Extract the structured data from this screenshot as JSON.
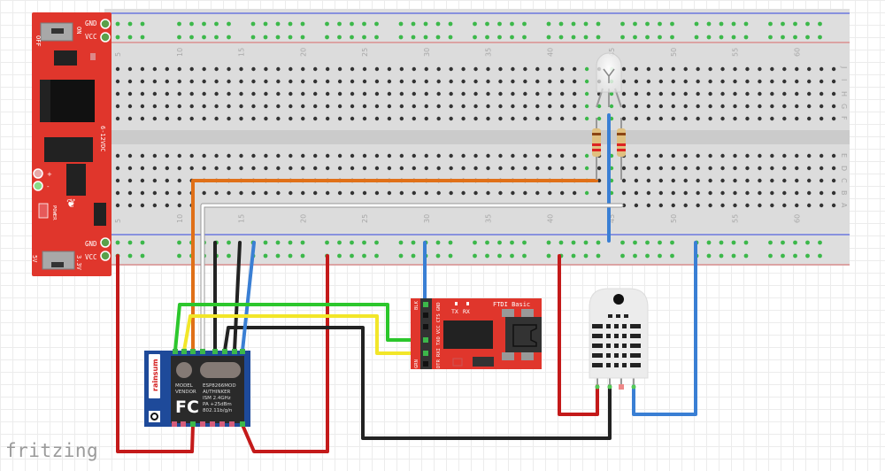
{
  "app": {
    "logo_text": "fritzing"
  },
  "colors": {
    "breadboard": "#dcdcdc",
    "breadboard_channel": "#cbcbcb",
    "rail_blue": "#3344dd",
    "rail_red": "#d98080",
    "hole": "#333333",
    "hole_active": "#3cb84a",
    "label": "#a8a8a8",
    "pcb_red": "#e0362c",
    "esp_blue": "#1e4a9a",
    "wire_red": "#c41a1a",
    "wire_black": "#222222",
    "wire_green": "#2cc72c",
    "wire_yellow": "#f2e629",
    "wire_orange": "#e07018",
    "wire_white": "#ffffff",
    "wire_blue": "#3a7fd4"
  },
  "breadboard": {
    "column_numbers": [
      "5",
      "10",
      "15",
      "20",
      "25",
      "30",
      "35",
      "40",
      "45",
      "50",
      "55",
      "60"
    ],
    "top_row_letters": [
      "J",
      "I",
      "H",
      "G",
      "F"
    ],
    "bottom_row_letters": [
      "E",
      "D",
      "C",
      "B",
      "A"
    ]
  },
  "power_supply": {
    "top_pins": [
      "GND",
      "VCC"
    ],
    "bottom_pins": [
      "GND",
      "VCC"
    ],
    "switch_top_labels": [
      "OFF",
      "ON"
    ],
    "switch_bottom_labels": [
      "5V",
      "3.3V"
    ],
    "input_label": "6-12VDC",
    "power_led_label": "POWER",
    "polarity_labels": [
      "+",
      "-"
    ]
  },
  "esp_module": {
    "brand": "rainsum",
    "model_label": "MODEL",
    "vendor_label": "VENDOR",
    "model_value": "ESP8266MOD",
    "vendor_value": "AI/THINKER",
    "spec_lines": [
      "ISM 2.4GHz",
      "PA  +25dBm",
      "802.11b/g/n"
    ],
    "cert_mark": "FC"
  },
  "ftdi": {
    "title": "FTDI Basic",
    "leds": [
      "TX",
      "RX"
    ],
    "pins": [
      "BLK",
      "GND",
      "CTS",
      "VCC",
      "TXO",
      "RXI",
      "DTR",
      "GRN"
    ]
  },
  "dht_sensor": {
    "pin_count": 4
  },
  "led": {
    "type": "RGB LED (common)"
  }
}
